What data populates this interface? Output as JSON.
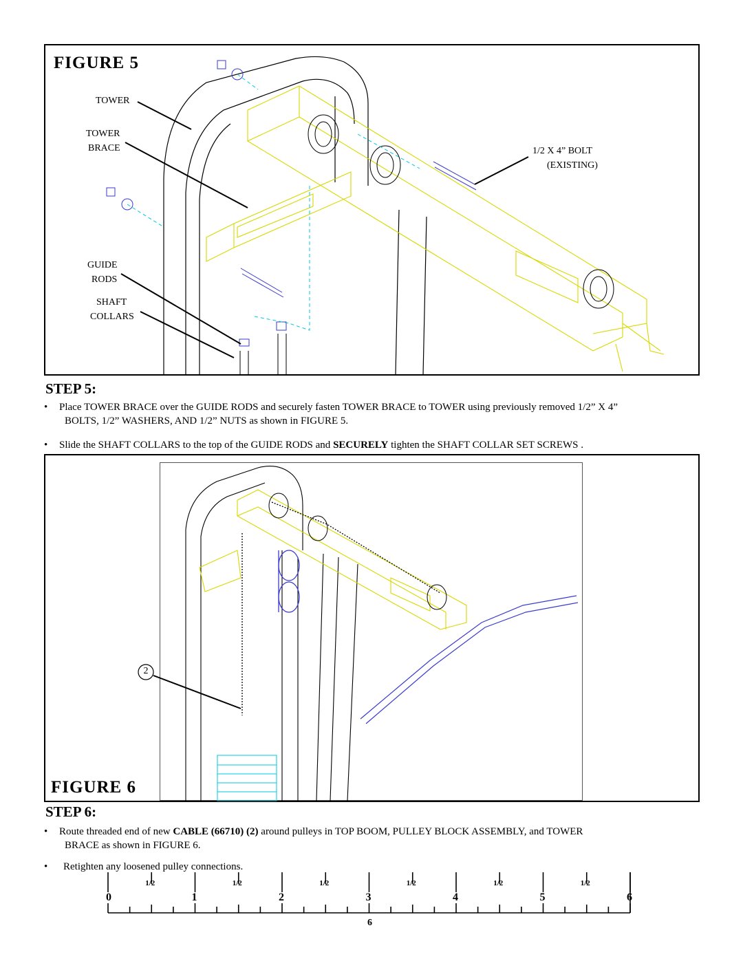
{
  "figure5": {
    "title": "FIGURE  5",
    "labels": {
      "tower": "TOWER",
      "tower_brace_1": "TOWER",
      "tower_brace_2": "BRACE",
      "bolt_1": "1/2 X 4” BOLT",
      "bolt_2": "(EXISTING)",
      "guide_rods_1": "GUIDE",
      "guide_rods_2": "RODS",
      "shaft_collars_1": "SHAFT",
      "shaft_collars_2": "COLLARS"
    }
  },
  "step5": {
    "heading": "STEP 5:",
    "bullets": [
      {
        "line1": "Place TOWER BRACE over the GUIDE RODS and securely fasten TOWER BRACE to TOWER   using previously removed 1/2” X 4”",
        "line2": "BOLTS, 1/2” WASHERS, AND 1/2” NUTS as shown in FIGURE 5."
      },
      {
        "pre": "Slide the SHAFT COLLARS to the top of the GUIDE RODS and ",
        "bold": "SECURELY",
        "post": " tighten the SHAFT COLLAR SET SCREWS ."
      }
    ],
    "bullet_char": "•"
  },
  "figure6": {
    "title": "FIGURE  6",
    "callout": "2"
  },
  "step6": {
    "heading": "STEP 6:",
    "bullet1": {
      "pre": "Route threaded end of new ",
      "bold1": "CABLE (66710) (2)",
      "post": " around pulleys in TOP BOOM, PULLEY BLOCK ASSEMBLY, and TOWER",
      "line2": "BRACE as shown in FIGURE 6."
    },
    "bullet2": "Retighten any loosened pulley connections."
  },
  "ruler": {
    "numbers": [
      "0",
      "1",
      "2",
      "3",
      "4",
      "5",
      "6"
    ],
    "half_label": "1/2"
  },
  "page_number": "6"
}
